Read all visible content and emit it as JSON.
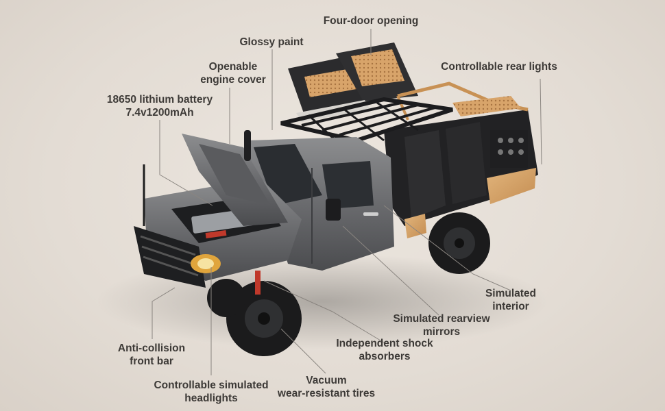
{
  "callouts": {
    "four_door": [
      "Four-door opening"
    ],
    "glossy": [
      "Glossy paint"
    ],
    "engine_cover": [
      "Openable",
      "engine cover"
    ],
    "battery": [
      "18650 lithium battery",
      "7.4v1200mAh"
    ],
    "rear_lights": [
      "Controllable rear lights"
    ],
    "interior": [
      "Simulated",
      "interior"
    ],
    "mirrors": [
      "Simulated rearview",
      "mirrors"
    ],
    "shock": [
      "Independent shock",
      "absorbers"
    ],
    "front_bar": [
      "Anti-collision",
      "front bar"
    ],
    "headlights": [
      "Controllable simulated",
      "headlights"
    ],
    "tires": [
      "Vacuum",
      "wear-resistant tires"
    ]
  },
  "colors": {
    "background": "#e6dfd7",
    "text": "#3d3a37",
    "body_gray": "#6f7072",
    "accent_tan": "#d2a067",
    "frame_black": "#1d1d1e"
  }
}
